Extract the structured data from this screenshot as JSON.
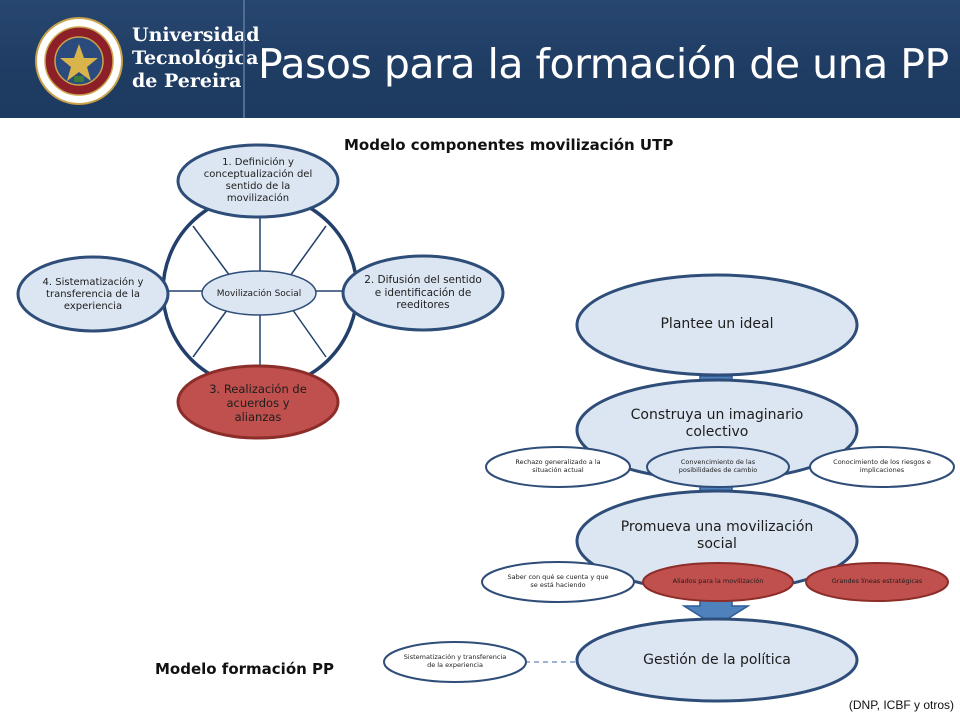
{
  "header": {
    "university": [
      "Universidad",
      "Tecnológica",
      "de Pereira"
    ],
    "title": "Pasos para la formación de una PP"
  },
  "colors": {
    "header_bg": "#1f3c63",
    "node_fill": "#dce6f2",
    "node_stroke": "#2e4d78",
    "highlight_fill": "#c0504d",
    "highlight_stroke": "#8c2d2a",
    "arrow_fill": "#4f81bd"
  },
  "mobilization_model": {
    "title": "Modelo componentes movilización UTP",
    "center": "Movilización Social",
    "nodes": [
      "1. Definición y conceptualización del sentido de la movilización",
      "2. Difusión del sentido e identificación de reeditores",
      "3. Realización de acuerdos y alianzas",
      "4. Sistematización y transferencia de la experiencia"
    ]
  },
  "pp_model": {
    "title": "Modelo formación PP",
    "steps": [
      "Plantee un ideal",
      "Construya un imaginario colectivo",
      "Promueva una movilización social",
      "Gestión de la política"
    ],
    "imaginario_subs": [
      "Rechazo generalizado a la situación actual",
      "Convencimiento de las posibilidades de cambio",
      "Conocimiento de los riesgos e implicaciones"
    ],
    "movilizacion_subs": [
      "Saber con qué se cuenta y que se está haciendo",
      "Aliados para la movilización",
      "Grandes líneas estratégicas"
    ],
    "gestion_sub": "Sistematización y transferencia de la experiencia"
  },
  "source_note": "(DNP, ICBF y otros)"
}
